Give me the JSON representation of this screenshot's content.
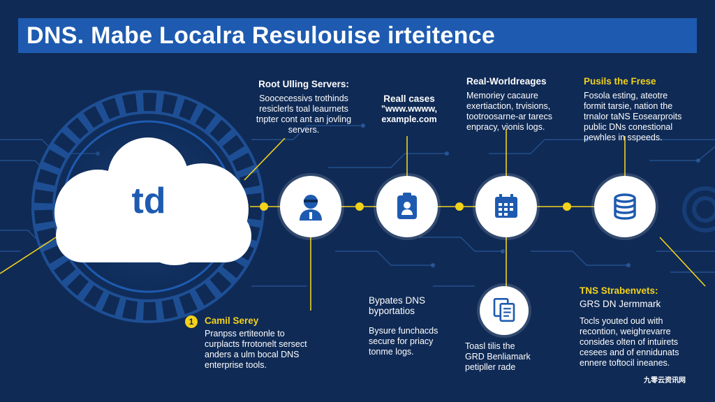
{
  "title": "DNS. Mabe Localra Resulouise irteitence",
  "colors": {
    "background": "#0f2a55",
    "title_bar": "#1e5bb0",
    "accent_yellow": "#f2d21b",
    "node_icon_blue": "#1e5bb0"
  },
  "cloud": {
    "label": "td"
  },
  "root_servers": {
    "heading": "Root Ulling Servers:",
    "lines": [
      "Soocecessivs trothinds",
      "resiclerls toal leaurnets",
      "tnpter cont ant an jovling",
      "servers."
    ]
  },
  "real_cases": {
    "heading": "Reall cases",
    "lines": [
      "\"www.wwww,",
      "example.com"
    ]
  },
  "real_worldrages": {
    "heading": "Real-Worldreages",
    "lines": [
      "Memoriey cacaure",
      "exertiaction, trvisions,",
      "tootroosarne-ar tarecs",
      "enpracy, vionis logs."
    ]
  },
  "pusils": {
    "heading": "Pusils the Frese",
    "lines": [
      "Fosola esting, ateotre",
      "formit tarsie, nation the",
      "trnalor taNS Eosearproits",
      "public DNs conestional",
      "pewhles in sspeeds."
    ]
  },
  "camil": {
    "number": "1",
    "heading": "Camil Serey",
    "lines": [
      "Pranpss ertiteonle to",
      "curplacts frrotonelt sersect",
      "anders a ulm bocal DNS",
      "enterprise tools."
    ]
  },
  "bypates": {
    "heading": "Bypates DNS",
    "subheading": "byportatios",
    "lines": [
      "Bysure funchacds",
      "secure for priacy",
      "tonme logs."
    ]
  },
  "tools": {
    "lines": [
      "Toasl tilis the",
      "GRD Benliamark",
      "petipller rade"
    ]
  },
  "tns": {
    "heading": "TNS Strabenvets:",
    "subheading": "GRS DN Jermmark",
    "lines": [
      "Tocls youted oud with",
      "recontion, weighrevarre",
      "consides olten of intuirets",
      "cesees and of ennidunats",
      "ennere toftocil ineanes."
    ]
  },
  "nodes": [
    {
      "icon": "user-icon"
    },
    {
      "icon": "id-badge-icon"
    },
    {
      "icon": "calendar-icon"
    },
    {
      "icon": "database-icon"
    },
    {
      "icon": "documents-icon"
    }
  ],
  "watermark": "九零云资讯网"
}
